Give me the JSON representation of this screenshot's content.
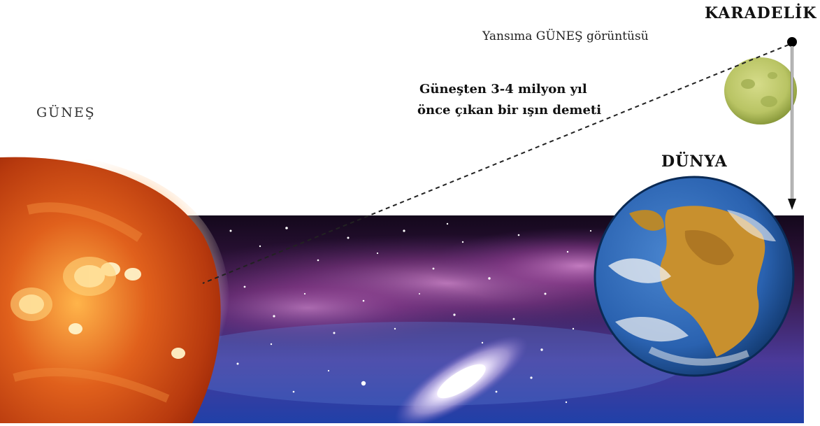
{
  "labels": {
    "sun": "GÜNEŞ",
    "black_hole": "KARADELİK",
    "reflection": "Yansıma GÜNEŞ görüntüsü",
    "beam_line1": "Güneşten 3-4 milyon yıl",
    "beam_line2": "önce çıkan bir ışın demeti",
    "earth": "DÜNYA"
  },
  "colors": {
    "sun_core": "#ffd37a",
    "sun_mid": "#e0601c",
    "sun_edge": "#a02a08",
    "space_top": "#14081c",
    "milky_way": "#8a3c8e",
    "space_bottom": "#2040a8",
    "ocean": "#2a62b0",
    "land": "#c8902e",
    "moon": "#b9c464"
  }
}
